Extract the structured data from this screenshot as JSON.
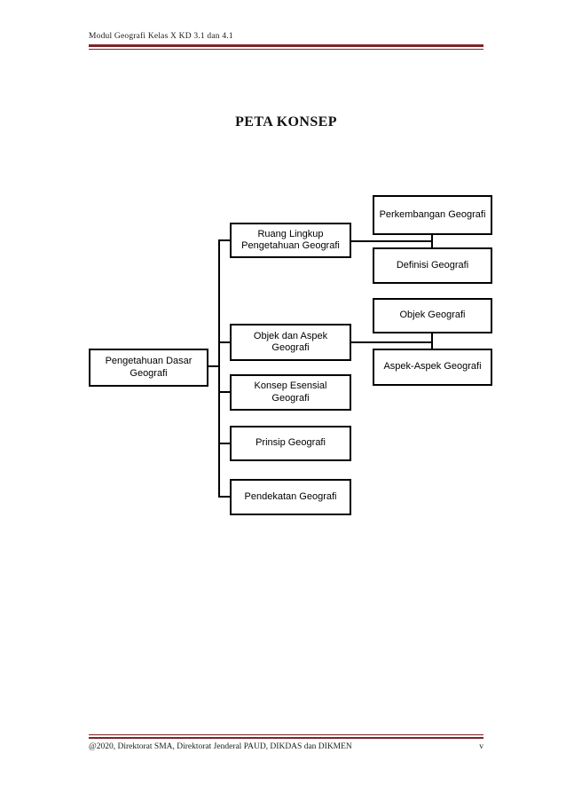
{
  "page": {
    "header_text": "Modul Geografi Kelas X KD 3.1 dan 4.1",
    "title": "PETA KONSEP",
    "footer_text": "@2020, Direktorat SMA, Direktorat Jenderal PAUD, DIKDAS dan DIKMEN",
    "page_number": "v",
    "accent_color": "#7d2328",
    "box_border_color": "#000000"
  },
  "concept_map": {
    "root": {
      "label": "Pengetahuan Dasar Geografi"
    },
    "branches": [
      {
        "label": "Ruang Lingkup Pengetahuan Geografi"
      },
      {
        "label": "Objek dan Aspek Geografi"
      },
      {
        "label": "Konsep Esensial Geografi"
      },
      {
        "label": "Prinsip Geografi"
      },
      {
        "label": "Pendekatan Geografi"
      }
    ],
    "sub_ruang_lingkup": [
      {
        "label": "Perkembangan Geografi"
      },
      {
        "label": "Definisi Geografi"
      }
    ],
    "sub_objek_aspek": [
      {
        "label": "Objek Geografi"
      },
      {
        "label": "Aspek-Aspek Geografi"
      }
    ]
  }
}
